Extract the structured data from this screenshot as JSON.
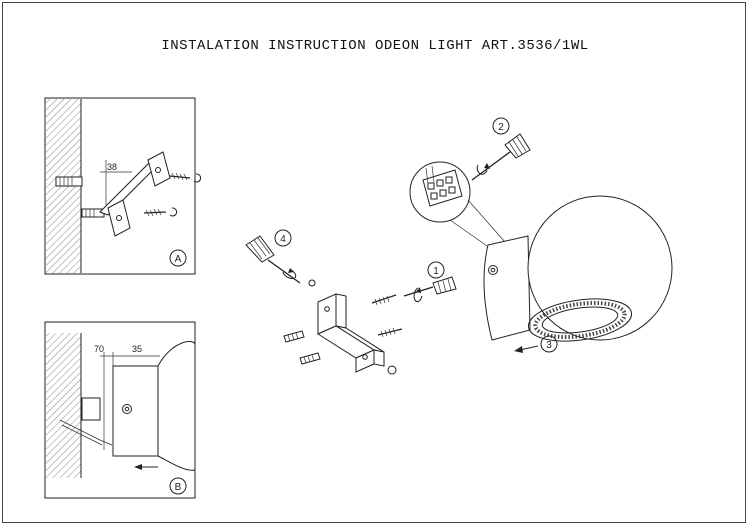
{
  "title": "INSTALATION INSTRUCTION ODEON LIGHT ART.3536/1WL",
  "panel_a": {
    "label": "A",
    "dimension": "38"
  },
  "panel_b": {
    "label": "B",
    "dim_height": "70",
    "dim_depth": "35"
  },
  "steps": [
    "1",
    "2",
    "3",
    "4"
  ]
}
